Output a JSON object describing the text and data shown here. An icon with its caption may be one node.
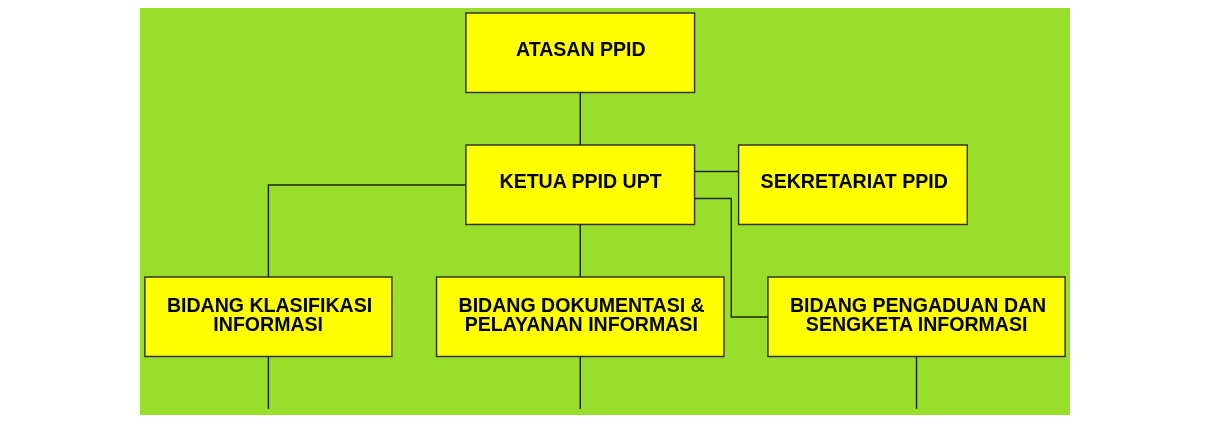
{
  "diagram": {
    "nodes": [
      {
        "text": [
          "ATASAN PPID"
        ]
      },
      {
        "text": [
          "KETUA PPID UPT"
        ]
      },
      {
        "text": [
          "SEKRETARIAT PPID"
        ]
      },
      {
        "text": [
          "BIDANG KLASIFIKASI INFORMASI"
        ]
      },
      {
        "text": [
          "BIDANG DOKUMENTASI & PELAYANAN INFORMASI"
        ]
      },
      {
        "text": [
          "BIDANG PENGADUAN DAN SENGKETA INFORMASI"
        ]
      }
    ],
    "edges": [
      {
        "from": 0,
        "to": 1,
        "arrow": "none"
      },
      {
        "from": 1,
        "to": 2,
        "arrow": "none"
      },
      {
        "from": 1,
        "to": 3,
        "arrow": "none"
      },
      {
        "from": 1,
        "to": 4,
        "arrow": "none"
      },
      {
        "from": 1,
        "to": 5,
        "arrow": "none"
      },
      {
        "from": 3,
        "to": null,
        "arrow": "none"
      },
      {
        "from": 4,
        "to": null,
        "arrow": "none"
      },
      {
        "from": 5,
        "to": null,
        "arrow": "none"
      }
    ]
  }
}
